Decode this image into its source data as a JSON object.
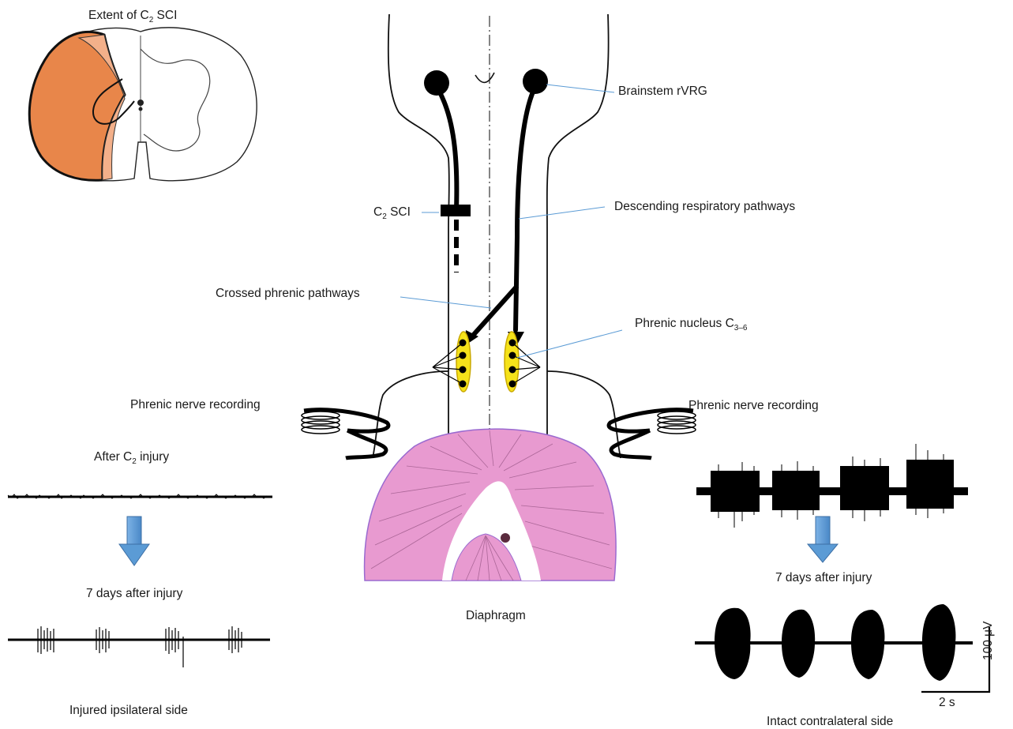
{
  "labels": {
    "extent_title": "Extent of C",
    "extent_title_sub": "2",
    "extent_title_tail": " SCI",
    "brainstem": "Brainstem rVRG",
    "c2_sci": "C",
    "c2_sci_sub": "2",
    "c2_sci_tail": " SCI",
    "descending": "Descending respiratory pathways",
    "crossed": "Crossed phrenic pathways",
    "phrenic_nucleus": "Phrenic nucleus C",
    "phrenic_nucleus_sub": "3–6",
    "recording_left": "Phrenic nerve recording",
    "recording_right": "Phrenic nerve recording",
    "after_injury": "After C",
    "after_injury_sub": "2",
    "after_injury_tail": " injury",
    "seven_days_left": "7 days after injury",
    "seven_days_right": "7 days after injury",
    "diaphragm": "Diaphragm",
    "injured_side": "Injured ipsilateral side",
    "intact_side": "Intact contralateral side",
    "scale_amplitude": "100 μV",
    "scale_time": "2 s"
  },
  "colors": {
    "injury_fill": "#e8864a",
    "nucleus_fill": "#f5e21a",
    "diaphragm_fill": "#e89ad0",
    "diaphragm_edge": "#9a6ad0",
    "arrow_blue": "#5b9bd5",
    "leader_line": "#5b9bd5"
  }
}
